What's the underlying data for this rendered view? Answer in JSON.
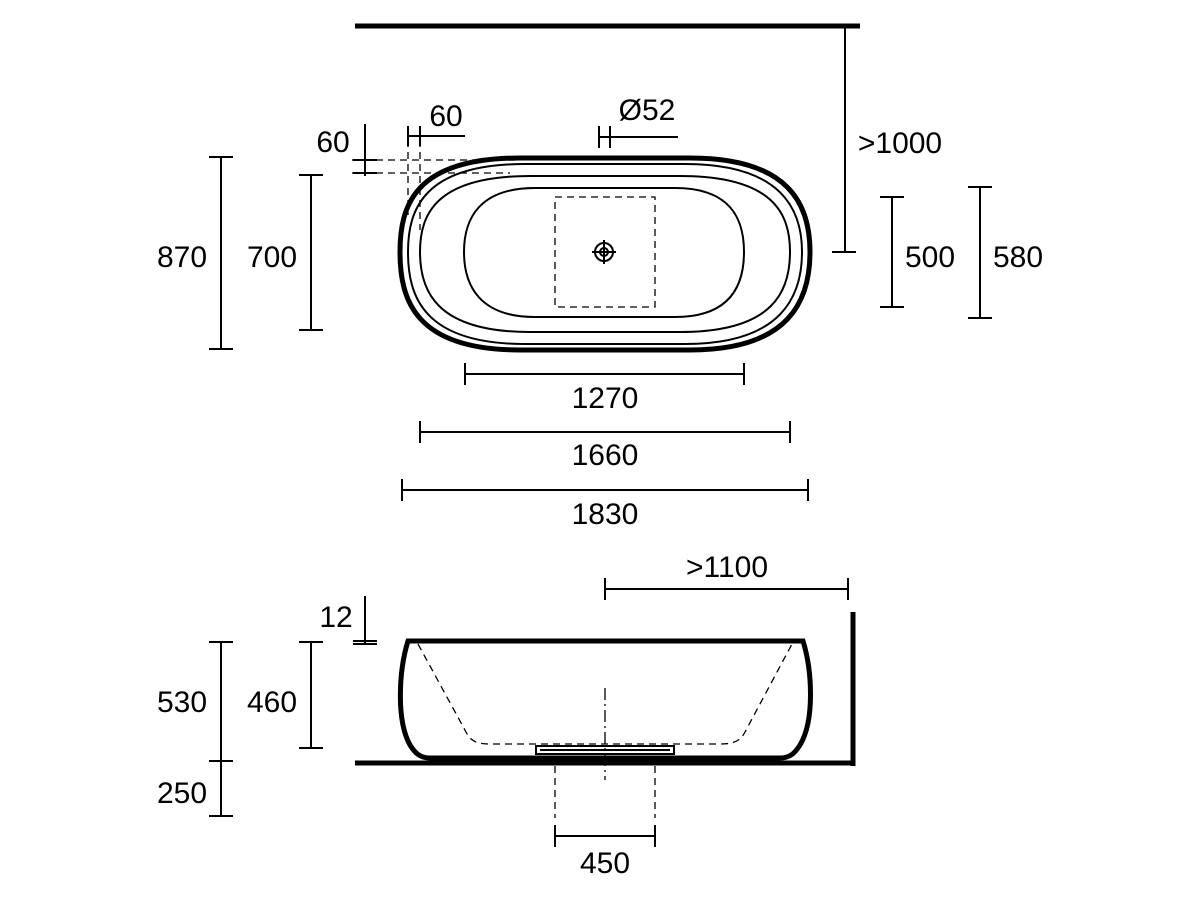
{
  "plan_view": {
    "overflow_offset": "60",
    "overflow_offset_vertical": "60",
    "waste_diameter": "Ø52",
    "wall_clearance": ">1000",
    "overall_width": "870",
    "inner_width": "700",
    "waste_zone_a": "500",
    "waste_zone_b": "580",
    "inner_length": "1270",
    "rim_length": "1660",
    "overall_length": "1830"
  },
  "elevation_view": {
    "wall_clearance": ">1100",
    "base_gap": "12",
    "overall_height": "530",
    "inner_depth": "460",
    "floor_void": "250",
    "waste_zone_width": "450"
  }
}
